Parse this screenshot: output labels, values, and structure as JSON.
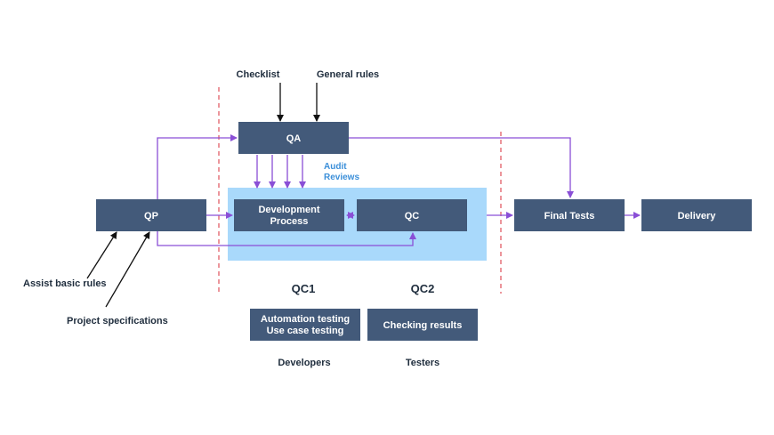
{
  "colors": {
    "box": "#435a7a",
    "highlight": "#a9d9fb",
    "arrow_purple": "#8a4fd6",
    "divider_red": "#e0505a",
    "audit_blue": "#3b8fd9"
  },
  "inputs": {
    "checklist": "Checklist",
    "general_rules": "General rules",
    "assist_basic_rules": "Assist basic rules",
    "project_specifications": "Project specifications"
  },
  "boxes": {
    "qa": "QA",
    "qp": "QP",
    "development_process": [
      "Development",
      "Process"
    ],
    "qc": "QC",
    "final_tests": "Final Tests",
    "delivery": "Delivery",
    "automation_testing": [
      "Automation testing",
      "Use case testing"
    ],
    "checking_results": "Checking results"
  },
  "audit_reviews": [
    "Audit",
    "Reviews"
  ],
  "sections": {
    "qc1": "QC1",
    "qc2": "QC2"
  },
  "roles": {
    "developers": "Developers",
    "testers": "Testers"
  }
}
